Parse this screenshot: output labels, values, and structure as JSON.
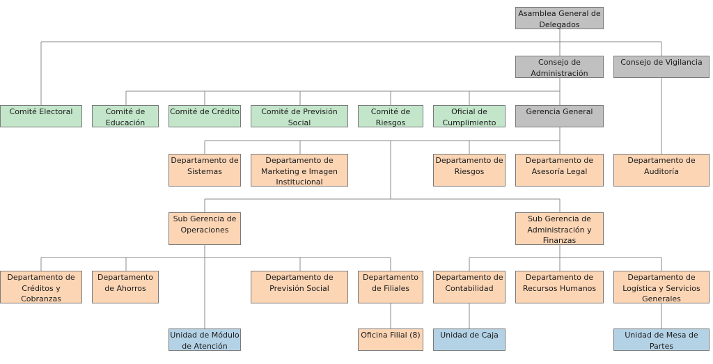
{
  "colors": {
    "gray": "#c0c0c0",
    "green": "#c3e6cb",
    "orange": "#fcd5b5",
    "blue": "#b4d2e6",
    "line": "#8a8a8a"
  },
  "nodes": {
    "asamblea": "Asamblea General de Delegados",
    "consejo_admin": "Consejo de Administración",
    "consejo_vigilancia": "Consejo de Vigilancia",
    "comite_electoral": "Comité Electoral",
    "comite_educacion": "Comité de Educación",
    "comite_credito": "Comité de Crédito",
    "comite_prevision": "Comité de Previsión Social",
    "comite_riesgos": "Comité de Riesgos",
    "oficial_cumplimiento": "Oficial de Cumplimiento",
    "gerencia_general": "Gerencia General",
    "depto_sistemas": "Departamento de Sistemas",
    "depto_marketing": "Departamento de Marketing e Imagen Institucional",
    "depto_riesgos": "Departamento de Riesgos",
    "depto_asesoria": "Departamento de Asesoría Legal",
    "depto_auditoria": "Departamento de Auditoría",
    "sub_operaciones": "Sub Gerencia de Operaciones",
    "sub_admin_finanzas": "Sub Gerencia de Administración y Finanzas",
    "depto_creditos": "Departamento de Créditos y Cobranzas",
    "depto_ahorros": "Departamento de Ahorros",
    "depto_prevision": "Departamento de Previsión Social",
    "depto_filiales": "Departamento de Filiales",
    "depto_contabilidad": "Departamento de Contabilidad",
    "depto_rrhh": "Departamento de Recursos Humanos",
    "depto_logistica": "Departamento de Logística y Servicios Generales",
    "unidad_modulo": "Unidad de Módulo de Atención",
    "oficina_filial": "Oficina Filial (8)",
    "unidad_caja": "Unidad de Caja",
    "unidad_mesa": "Unidad de Mesa de Partes"
  }
}
